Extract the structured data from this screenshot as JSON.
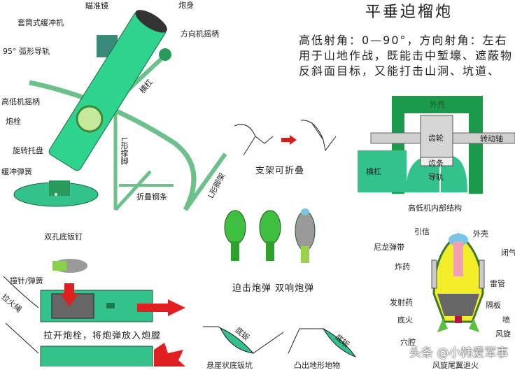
{
  "title": "平垂迫榴炮",
  "description": [
    "高低射角：0—90°，方向射角：左右",
    "用于山地作战，既能击中堑壕、遮蔽物",
    "反斜面目标，又能打击山洞、坑道、"
  ],
  "mortar_labels": {
    "sight": "瞄准镜",
    "barrel": "炮身",
    "recoil_sleeve": "套筒式缓冲机",
    "traverse_crank": "方向机摇柄",
    "arc_rail": "95° 弧形导轨",
    "crossbar": "横杠",
    "elevation_crank": "高低机摇柄",
    "breech": "炮栓",
    "l_support": "L形撑脚",
    "rotating_tray": "旋转托盘",
    "l_leg": "L形脚架",
    "buffer_spring": "缓冲弹簧",
    "folding_rod": "折叠钢条",
    "base_nails": "双孔底钣钉"
  },
  "folding": {
    "caption": "支架可折叠"
  },
  "elevation_mechanism": {
    "shell": "外壳",
    "gear": "齿轮",
    "shaft": "转动轴",
    "crossbar": "横杠",
    "rack": "齿条",
    "rail": "导轨",
    "caption": "高低机内部结构"
  },
  "shells": {
    "caption": "迫击炮弹 双响炮弹"
  },
  "loading": {
    "firing_pin": "撞针/弹簧",
    "lanyard": "拉火绳",
    "caption": "拉开炮栓，将炮弹放入炮膛"
  },
  "baseplate": {
    "label1": "底钣",
    "label2": "底钣",
    "caption1": "悬崖状底钣坑",
    "caption2": "凸出地形地物"
  },
  "round_structure": {
    "fuze": "引信",
    "casing": "外壳",
    "nylon_band": "尼龙弹带",
    "gas_seal": "闭气",
    "explosive": "炸药",
    "detonator": "雷管",
    "propellant": "发射药",
    "partition": "隔板",
    "primer": "底火",
    "nozzle": "喷",
    "cavity": "穴腔",
    "fins": "风旋",
    "caption": "风旋尾翼退火"
  },
  "watermark": "头条 @小韩爱军事",
  "colors": {
    "green": "#33c28c",
    "dark_green": "#1a8a3c",
    "red": "#e02020",
    "yellow": "#f4ee2a",
    "gray": "#c8c8c8"
  }
}
